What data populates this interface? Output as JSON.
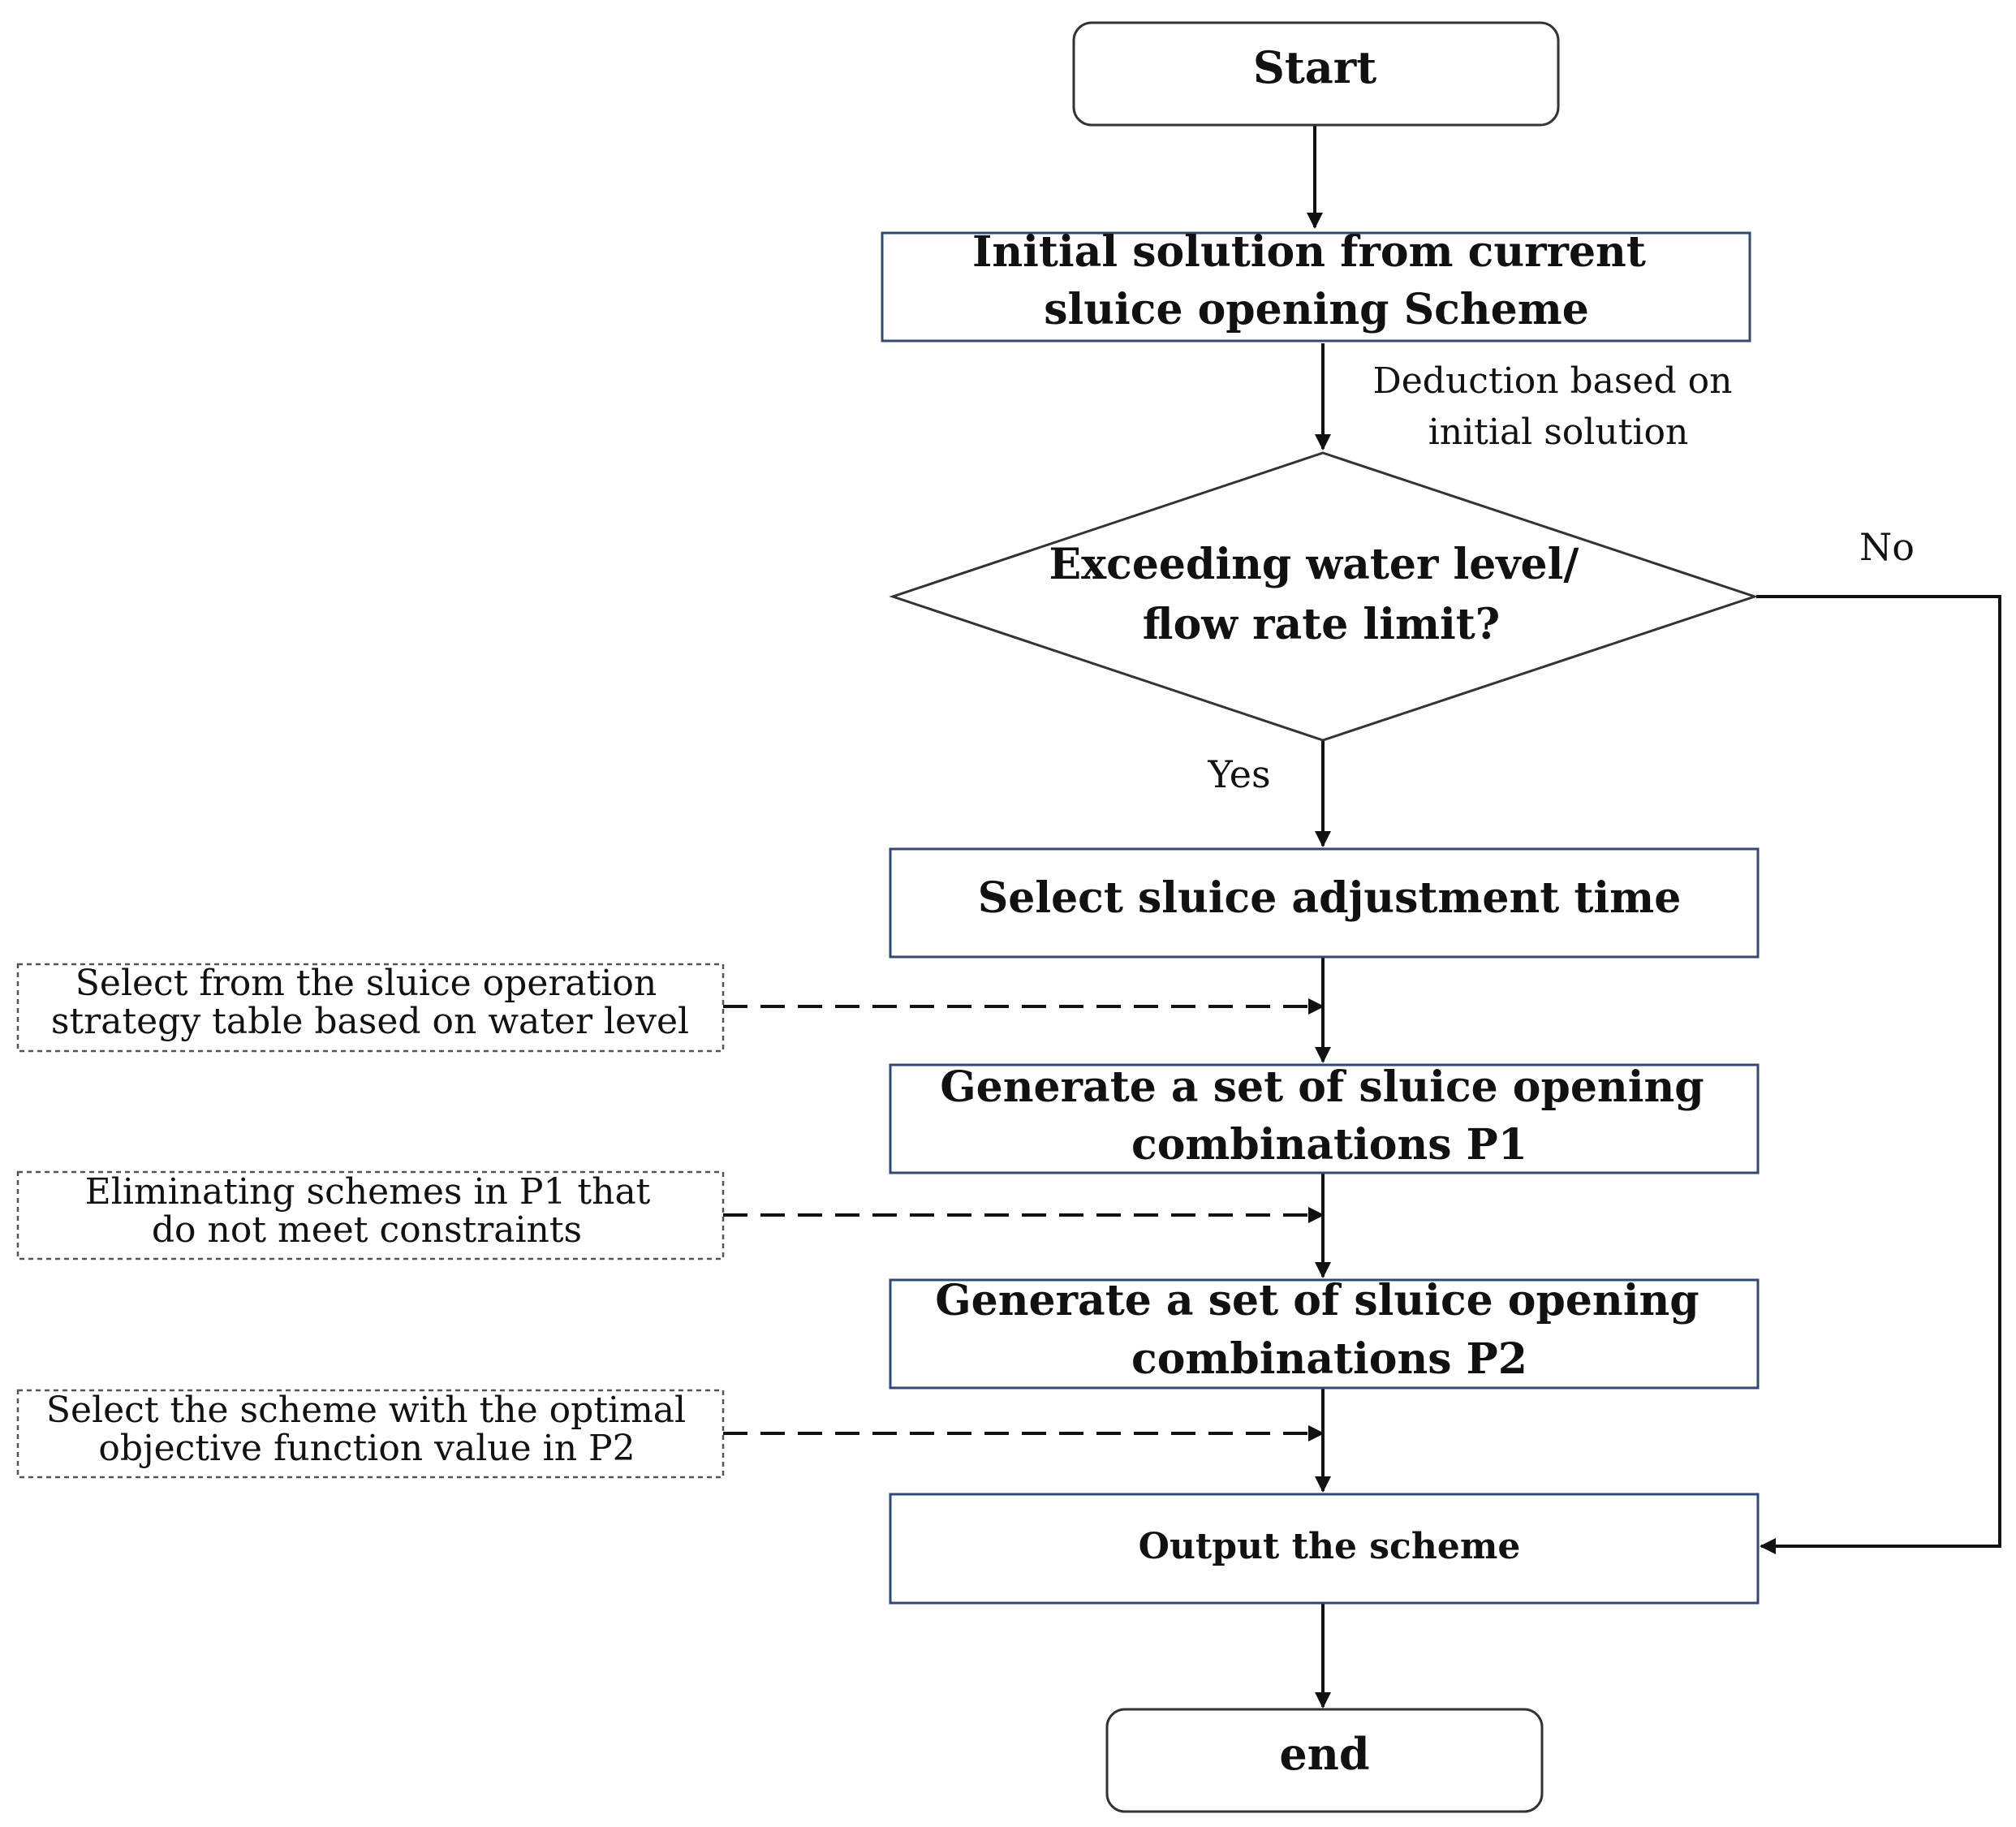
{
  "nodes": {
    "start": {
      "text": "Start"
    },
    "initial_solution": {
      "lines": [
        "Initial solution from current",
        "sluice opening Scheme"
      ]
    },
    "decision": {
      "lines": [
        "Exceeding water level/",
        "flow rate limit?"
      ]
    },
    "select_time": {
      "text": "Select sluice adjustment time"
    },
    "generate_p1": {
      "lines": [
        "Generate a set of sluice opening",
        "combinations P1"
      ]
    },
    "generate_p2": {
      "lines": [
        "Generate a set of sluice opening",
        "combinations P2"
      ]
    },
    "output": {
      "text": "Output the scheme"
    },
    "end": {
      "text": "end"
    }
  },
  "edge_labels": {
    "deduction": [
      "Deduction based on",
      "initial solution"
    ],
    "no": "No",
    "yes": "Yes"
  },
  "notes": [
    {
      "lines": [
        "Select from the sluice operation",
        "strategy table based on water level"
      ]
    },
    {
      "lines": [
        "Eliminating schemes in P1 that",
        "do not meet constraints"
      ]
    },
    {
      "lines": [
        "Select the scheme with the optimal",
        "objective function value in P2"
      ]
    }
  ],
  "colors": {
    "box_border": "#2f4a78",
    "line": "#111111",
    "note_border": "#555555"
  }
}
